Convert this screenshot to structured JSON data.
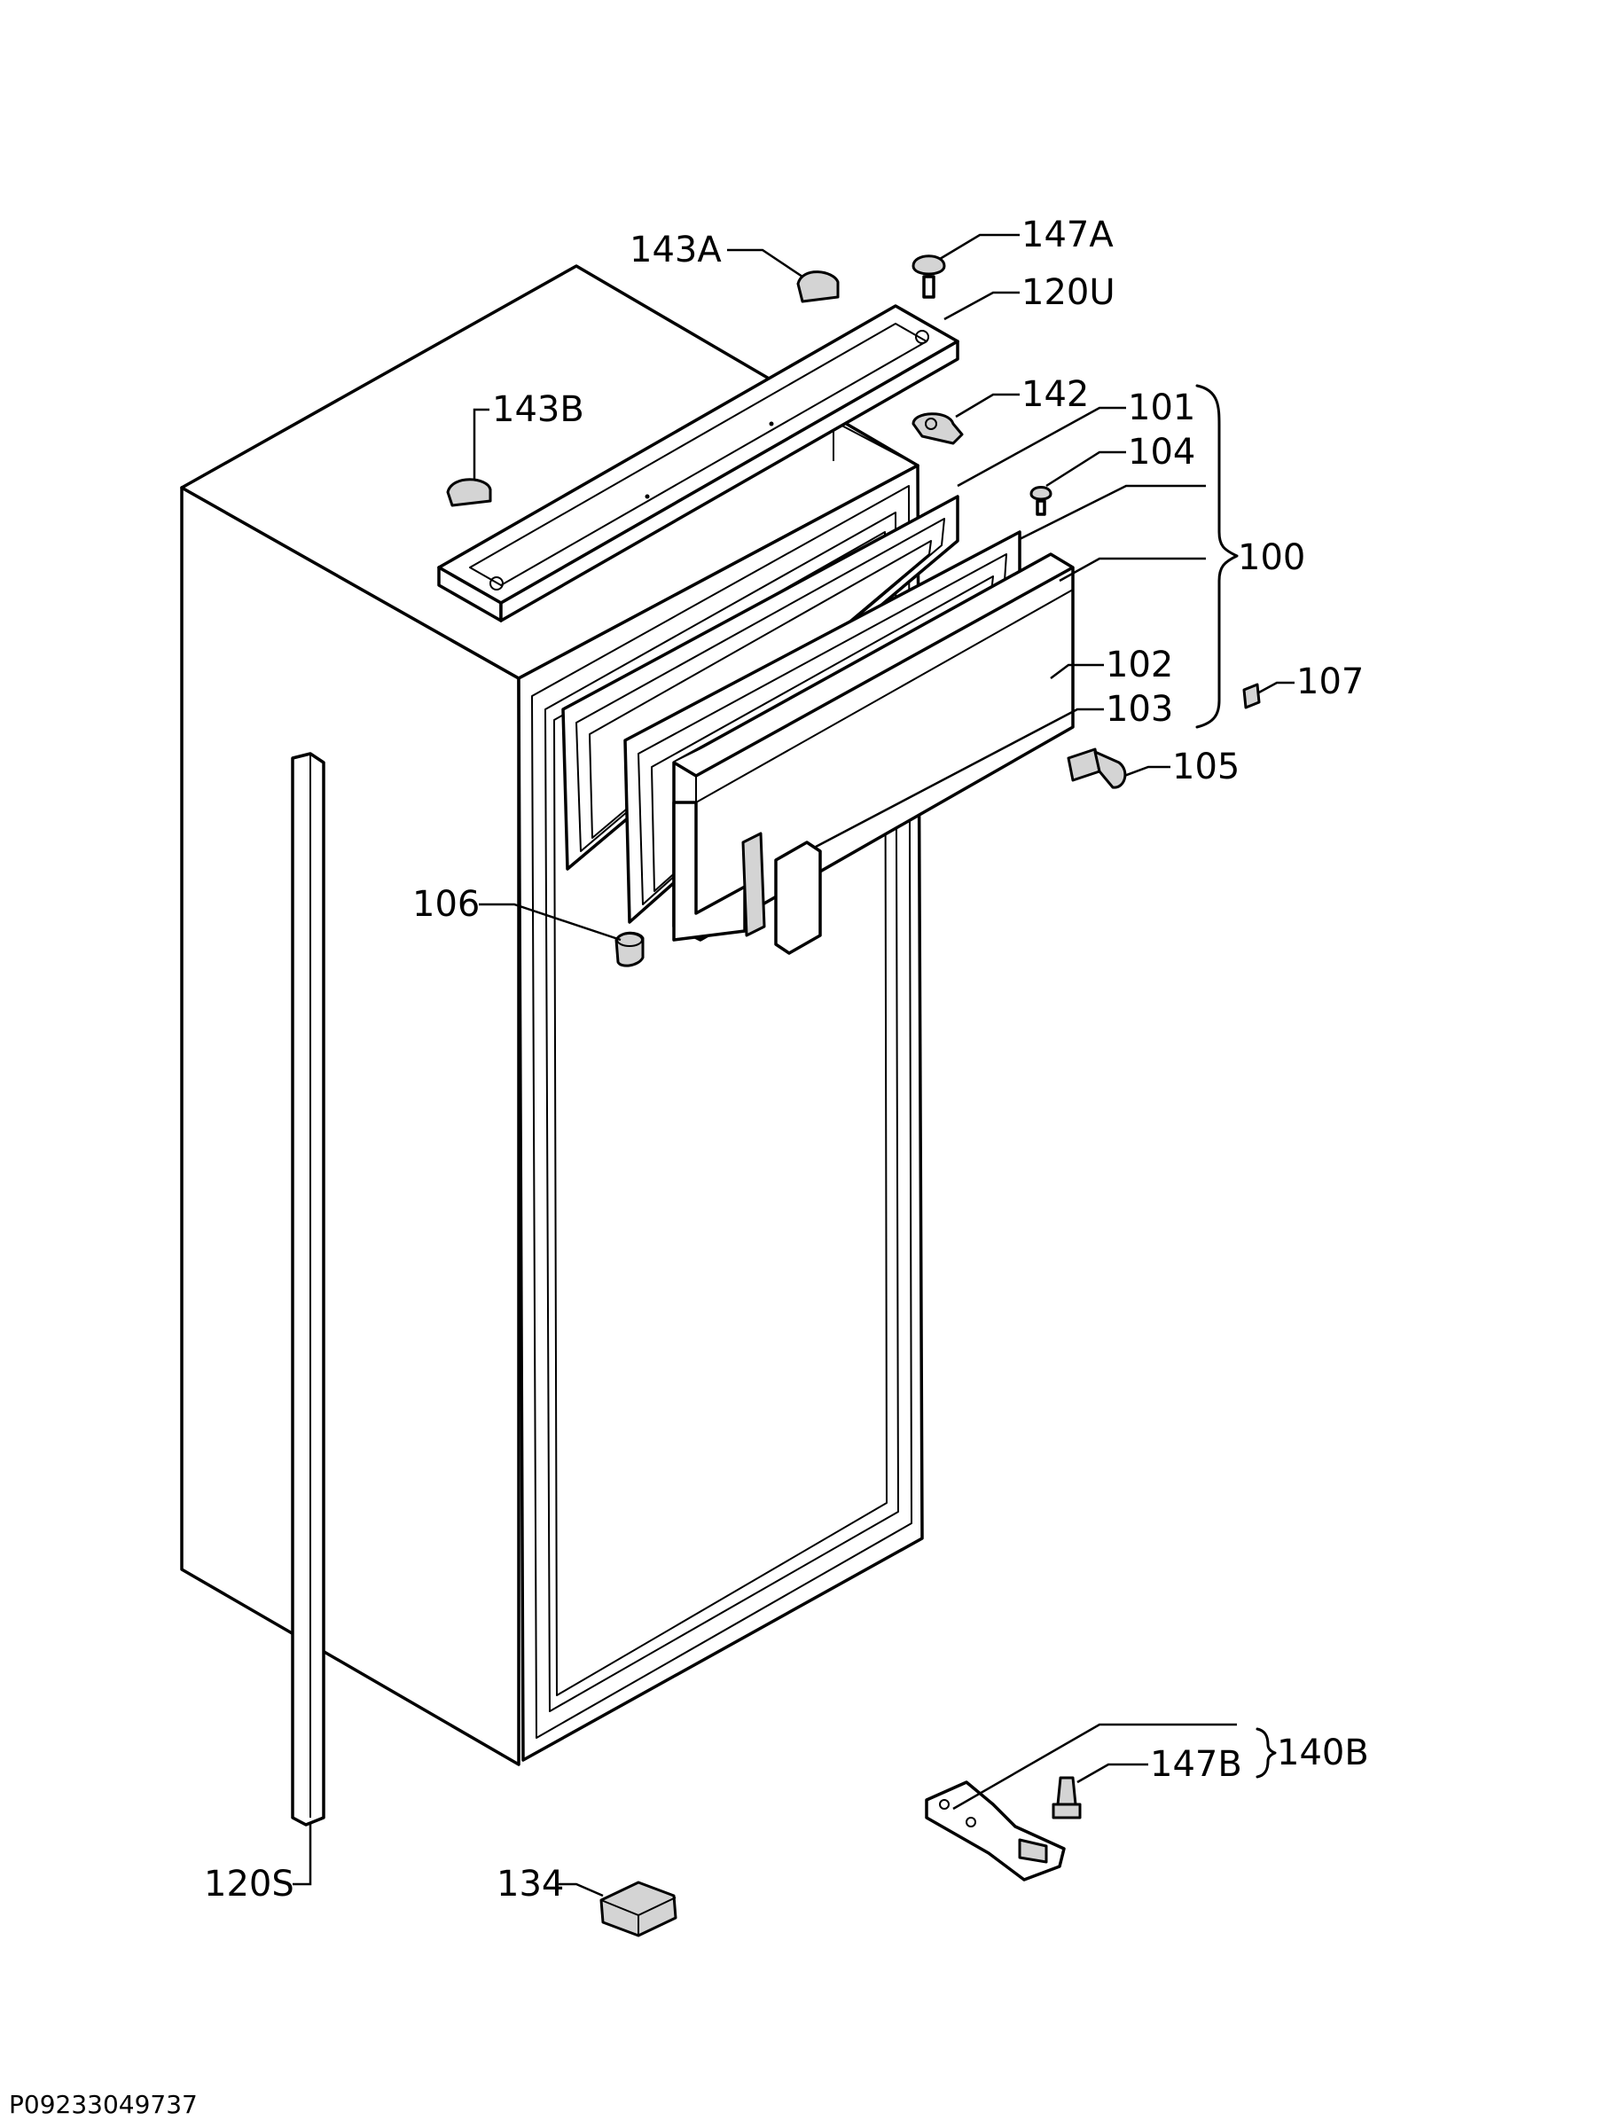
{
  "labels": {
    "p143A": "143A",
    "p147A": "147A",
    "p120U": "120U",
    "p143B": "143B",
    "p142": "142",
    "p101": "101",
    "p104": "104",
    "p100": "100",
    "p102": "102",
    "p103": "103",
    "p107": "107",
    "p105": "105",
    "p106": "106",
    "p147B": "147B",
    "p140B": "140B",
    "p120S": "120S",
    "p134": "134"
  },
  "drawing_code": "P09233049737"
}
